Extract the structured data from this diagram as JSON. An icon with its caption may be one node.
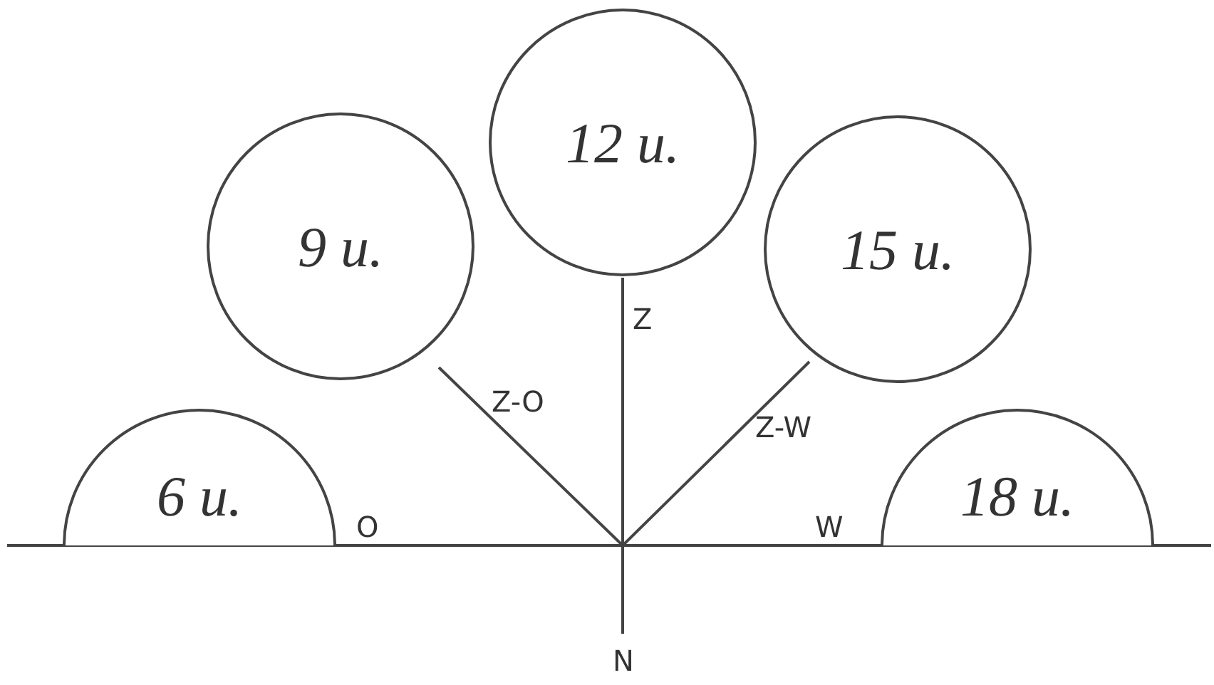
{
  "diagram": {
    "nodes": [
      {
        "text": [
          "6 u."
        ]
      },
      {
        "text": [
          "9 u."
        ]
      },
      {
        "text": [
          "12 u."
        ]
      },
      {
        "text": [
          "15 u."
        ]
      },
      {
        "text": [
          "18 u."
        ]
      }
    ],
    "edges": [],
    "labels": [
      "Z",
      "Z-O",
      "Z-W",
      "O",
      "W",
      "N"
    ]
  }
}
